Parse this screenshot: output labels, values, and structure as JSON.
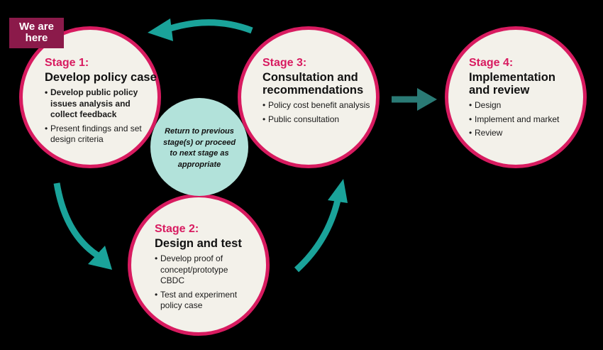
{
  "badge": {
    "text_line1": "We are",
    "text_line2": "here"
  },
  "center": {
    "line1": "Return to previous",
    "line2": "stage(s) or proceed",
    "line3": "to next stage as",
    "line4": "appropriate"
  },
  "stage1": {
    "number": "Stage 1:",
    "title": "Develop policy case",
    "items": [
      "Develop public policy issues analysis and collect feedback",
      "Present findings and set design criteria"
    ]
  },
  "stage2": {
    "number": "Stage 2:",
    "title": "Design and test",
    "items": [
      "Develop proof of concept/prototype CBDC",
      "Test and experiment policy case"
    ]
  },
  "stage3": {
    "number": "Stage 3:",
    "title_line1": "Consultation and",
    "title_line2": "recommendations",
    "items": [
      "Policy cost benefit analysis",
      "Public consultation"
    ]
  },
  "stage4": {
    "number": "Stage 4:",
    "title_line1": "Implementation",
    "title_line2": "and review",
    "items": [
      "Design",
      "Implement and market",
      "Review"
    ]
  },
  "colors": {
    "accent": "#d81b60",
    "arrow": "#1aa39a",
    "arrow_dark": "#2a7a75",
    "badge": "#8b1a4a",
    "center": "#b2e2da",
    "circle_fill": "#f3f1ea"
  }
}
